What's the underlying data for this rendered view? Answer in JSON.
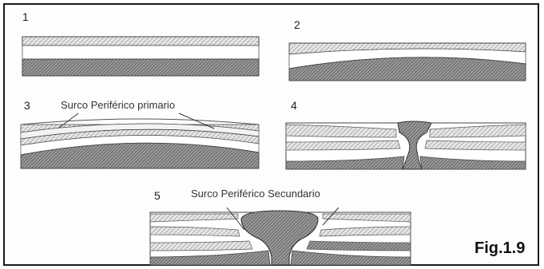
{
  "panels": [
    {
      "number": "1"
    },
    {
      "number": "2"
    },
    {
      "number": "3",
      "label": "Surco Periférico primario"
    },
    {
      "number": "4"
    },
    {
      "number": "5",
      "label": "Surco Periférico Secundario"
    }
  ],
  "figure_label": "Fig.1.9",
  "colors": {
    "hatch_light": "#cfcfcf",
    "hatch_dark": "#777777",
    "frame": "#1a1a1a"
  }
}
